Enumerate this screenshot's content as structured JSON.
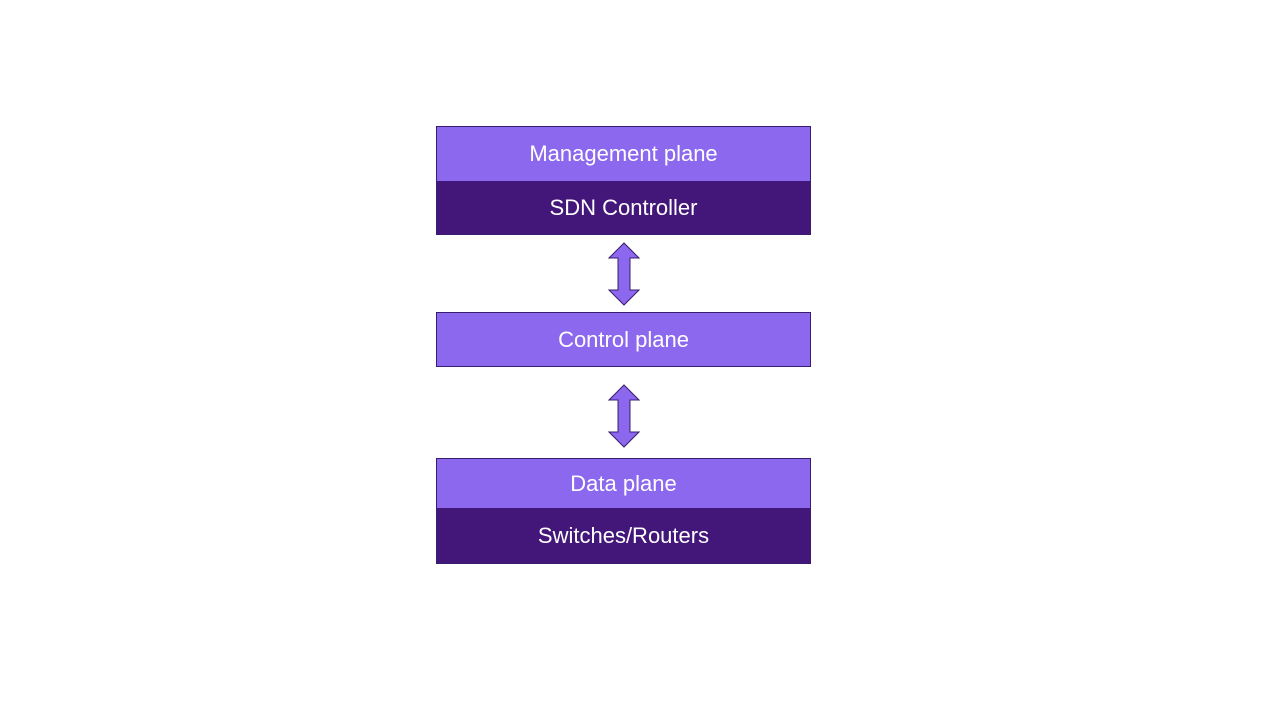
{
  "diagram": {
    "management": {
      "top_label": "Management plane",
      "bottom_label": "SDN Controller"
    },
    "control": {
      "label": "Control plane"
    },
    "data": {
      "top_label": "Data plane",
      "bottom_label": "Switches/Routers"
    }
  },
  "colors": {
    "light_band": "#8b68ee",
    "dark_band": "#431679",
    "border": "#3a1c6e",
    "text": "#ffffff"
  }
}
